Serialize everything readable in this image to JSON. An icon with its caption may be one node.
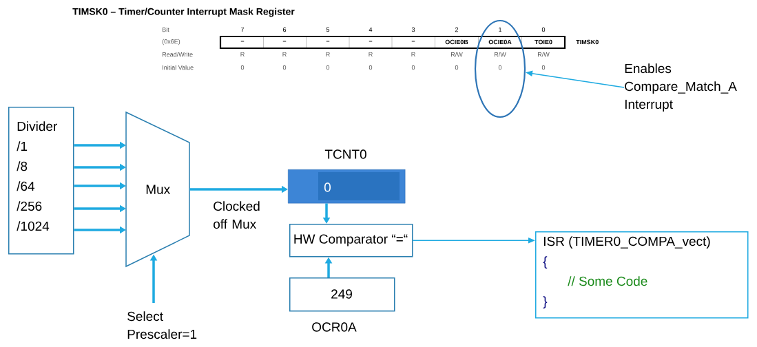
{
  "diagram": {
    "title": "TIMSK0 – Timer/Counter Interrupt Mask Register",
    "nodes": [
      {
        "text": [
          "Divider",
          "/1",
          "/8",
          "/64",
          "/256",
          "/1024"
        ]
      },
      {
        "text": [
          "Mux"
        ]
      },
      {
        "text": [
          "TCNT0",
          "0"
        ]
      },
      {
        "text": [
          "HW Comparator “=“"
        ]
      },
      {
        "text": [
          "249"
        ],
        "beside": [
          "OCR0A"
        ]
      },
      {
        "text": [
          "ISR (TIMER0_COMPA_vect)",
          "{",
          "// Some Code",
          "}"
        ]
      },
      {
        "text": [],
        "shape": "circle"
      },
      {
        "text": [
          "Enables Compare_Match_A Interrupt"
        ]
      },
      {
        "text": [
          "Select Prescaler=1"
        ]
      }
    ],
    "edges": [
      {
        "from": 0,
        "to": 1,
        "arrow": "to"
      },
      {
        "from": 0,
        "to": 1,
        "arrow": "to"
      },
      {
        "from": 0,
        "to": 1,
        "arrow": "to"
      },
      {
        "from": 0,
        "to": 1,
        "arrow": "to"
      },
      {
        "from": 0,
        "to": 1,
        "arrow": "to"
      },
      {
        "from": 1,
        "to": 2,
        "arrow": "to",
        "label": "Clocked off Mux"
      },
      {
        "from": 2,
        "to": 3,
        "arrow": "to"
      },
      {
        "from": 4,
        "to": 3,
        "arrow": "to"
      },
      {
        "from": 3,
        "to": 5,
        "arrow": "to"
      },
      {
        "from": 7,
        "to": 6,
        "arrow": "to"
      },
      {
        "from": 8,
        "to": 1,
        "arrow": "to"
      }
    ],
    "labels": [
      "Bit",
      "7",
      "6",
      "5",
      "4",
      "3",
      "2",
      "1",
      "0",
      "(0x6E)",
      "–",
      "–",
      "–",
      "–",
      "–",
      "OCIE0B",
      "OCIE0A",
      "TOIE0",
      "TIMSK0",
      "Read/Write",
      "R",
      "R",
      "R",
      "R",
      "R",
      "R/W",
      "R/W",
      "R/W",
      "Initial Value",
      "0",
      "0",
      "0",
      "0",
      "0",
      "0",
      "0",
      "0"
    ]
  }
}
